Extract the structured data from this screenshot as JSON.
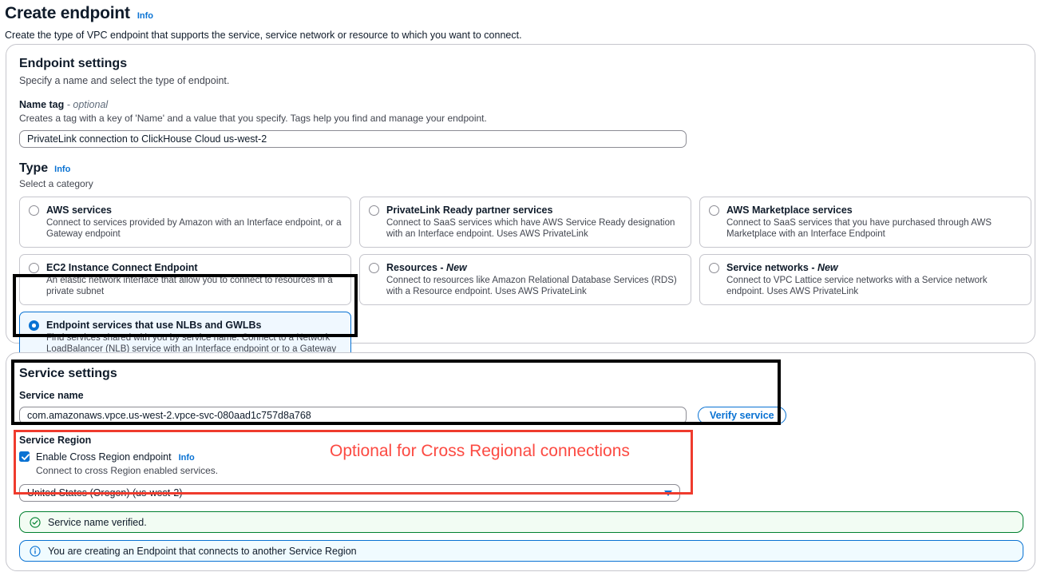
{
  "page": {
    "title": "Create endpoint",
    "info_label": "Info",
    "description": "Create the type of VPC endpoint that supports the service, service network or resource to which you want to connect."
  },
  "endpoint_settings": {
    "title": "Endpoint settings",
    "description": "Specify a name and select the type of endpoint.",
    "name_tag": {
      "label": "Name tag",
      "optional_suffix": "- optional",
      "description": "Creates a tag with a key of 'Name' and a value that you specify. Tags help you find and manage your endpoint.",
      "value": "PrivateLink connection to ClickHouse Cloud us-west-2",
      "placeholder": "Name tag"
    },
    "type": {
      "label": "Type",
      "info_label": "Info",
      "description": "Select a category",
      "options": [
        {
          "title": "AWS services",
          "description": "Connect to services provided by Amazon with an Interface endpoint, or a Gateway endpoint",
          "selected": false,
          "is_new": false
        },
        {
          "title": "PrivateLink Ready partner services",
          "description": "Connect to SaaS services which have AWS Service Ready designation with an Interface endpoint. Uses AWS PrivateLink",
          "selected": false,
          "is_new": false
        },
        {
          "title": "AWS Marketplace services",
          "description": "Connect to SaaS services that you have purchased through AWS Marketplace with an Interface Endpoint",
          "selected": false,
          "is_new": false
        },
        {
          "title": "EC2 Instance Connect Endpoint",
          "description": "An elastic network interface that allow you to connect to resources in a private subnet",
          "selected": false,
          "is_new": false
        },
        {
          "title": "Resources",
          "new_badge": "New",
          "description": "Connect to resources like Amazon Relational Database Services (RDS) with a Resource endpoint. Uses AWS PrivateLink",
          "selected": false,
          "is_new": true
        },
        {
          "title": "Service networks",
          "new_badge": "New",
          "description": "Connect to VPC Lattice service networks with a Service network endpoint. Uses AWS PrivateLink",
          "selected": false,
          "is_new": true
        },
        {
          "title": "Endpoint services that use NLBs and GWLBs",
          "description": "Find services shared with you by service name. Connect to a Network LoadBalancer (NLB) service with an Interface endpoint or to a Gateway LoadBalancer (GWLB) service with a Gateway Load Balancer endpoint",
          "selected": true,
          "is_new": false
        }
      ]
    }
  },
  "service_settings": {
    "title": "Service settings",
    "service_name": {
      "label": "Service name",
      "value": "com.amazonaws.vpce.us-west-2.vpce-svc-080aad1c757d8a768",
      "placeholder": "Service name"
    },
    "verify_button_label": "Verify service",
    "service_region": {
      "label": "Service Region",
      "checkbox_label": "Enable Cross Region endpoint",
      "checkbox_info_label": "Info",
      "checkbox_checked": true,
      "checkbox_description": "Connect to cross Region enabled services.",
      "selected_region": "United States (Oregon) (us-west-2)"
    },
    "alerts": [
      {
        "type": "success",
        "icon": "check-circle-icon",
        "message": "Service name verified."
      },
      {
        "type": "info",
        "icon": "info-circle-icon",
        "message": "You are creating an Endpoint that connects to another Service Region"
      }
    ]
  },
  "annotations": [
    {
      "name": "type-selection-highlight",
      "shape": "rectangle",
      "color": "#000000"
    },
    {
      "name": "service-settings-highlight",
      "shape": "rectangle",
      "color": "#000000"
    },
    {
      "name": "service-region-highlight",
      "shape": "rectangle",
      "color": "#ef3b2d"
    },
    {
      "name": "cross-region-note",
      "text": "Optional for Cross Regional connections",
      "color": "#fc4a42"
    }
  ],
  "colors": {
    "accent_blue": "#0972d3",
    "success_green": "#00802f",
    "annotation_red": "#ef3b2d",
    "border_grey": "#c6c6cd"
  }
}
